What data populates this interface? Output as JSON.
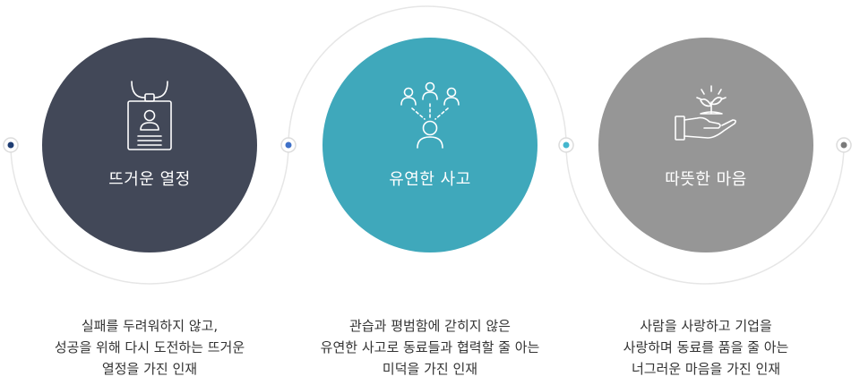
{
  "colors": {
    "dark": "#424858",
    "teal": "#3fa8bb",
    "gray": "#969696",
    "ring": "#e6e6e6",
    "dot_dark": "#1f3d73",
    "dot_blue": "#3e70c8",
    "dot_teal": "#44b6ce",
    "dot_gray": "#7a7a7a"
  },
  "items": [
    {
      "title": "뜨거운 열정",
      "icon": "id-badge-icon",
      "lines": [
        "실패를 두려워하지 않고,",
        "성공을 위해 다시 도전하는 뜨거운",
        "열정을 가진 인재"
      ]
    },
    {
      "title": "유연한 사고",
      "icon": "people-network-icon",
      "lines": [
        "관습과 평범함에 갇히지 않은",
        "유연한 사고로 동료들과 협력할 줄 아는",
        "미덕을 가진 인재"
      ]
    },
    {
      "title": "따뜻한 마음",
      "icon": "hand-sprout-icon",
      "lines": [
        "사람을 사랑하고 기업을",
        "사랑하며 동료를 품을 줄 아는",
        "너그러운 마음을 가진 인재"
      ]
    }
  ]
}
